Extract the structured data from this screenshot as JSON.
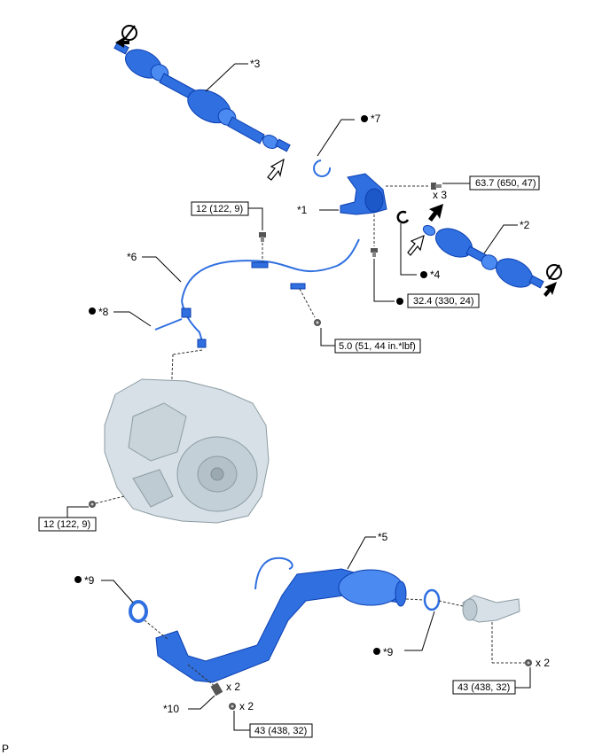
{
  "callouts": {
    "c1": "*1",
    "c2": "*2",
    "c3": "*3",
    "c4": "*4",
    "c5": "*5",
    "c6": "*6",
    "c7": "*7",
    "c8": "*8",
    "c9a": "*9",
    "c9b": "*9",
    "c10": "*10"
  },
  "torques": {
    "t_bracket_bolts": "63.7 (650, 47)",
    "t_bracket_bolt": "32.4 (330, 24)",
    "t_harness_clamp_top": "12 (122, 9)",
    "t_harness_clamp_right": "5.0 (51, 44 in.*lbf)",
    "t_transaxle_bolt": "12 (122, 9)",
    "t_exhaust_right": "43 (438, 32)",
    "t_exhaust_left": "43 (438, 32)"
  },
  "quantities": {
    "q_bracket": "x 3",
    "q_nut_right": "x 2",
    "q_stud": "x 2",
    "q_nut_left": "x 2"
  },
  "corner_code": "P",
  "colors": {
    "part": "#2f6fe0",
    "part_dark": "#0c3fb0",
    "transaxle": "#d6e0e6"
  }
}
